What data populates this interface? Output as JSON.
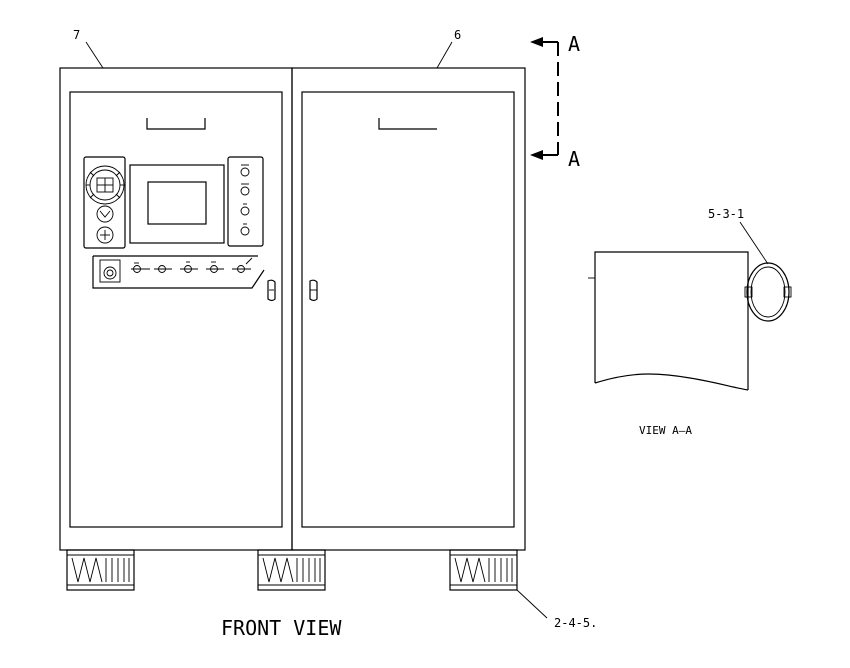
{
  "callouts": {
    "left_cabinet": "7",
    "right_cabinet": "6",
    "handle_part": "5-3-1",
    "feet_part": "2-4-5."
  },
  "section_marker": {
    "top": "A",
    "bottom": "A"
  },
  "view_labels": {
    "front": "FRONT VIEW",
    "section": "VIEW A–A"
  }
}
